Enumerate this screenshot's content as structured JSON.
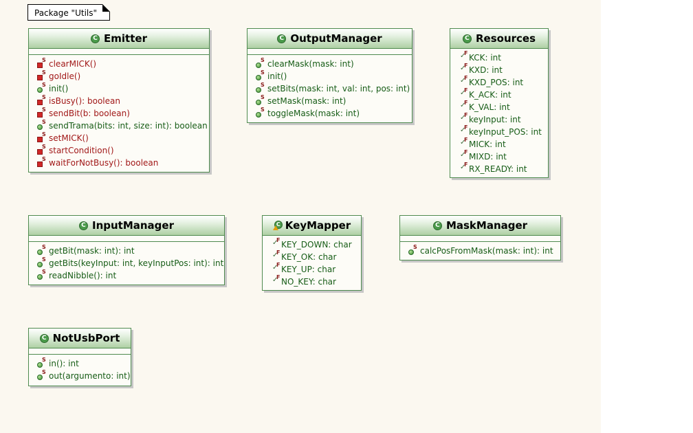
{
  "package": {
    "label": "Package \"Utils\""
  },
  "classes": {
    "emitter": {
      "name": "Emitter",
      "methods": [
        {
          "text": "clearMICK()",
          "visibility": "private"
        },
        {
          "text": "goIdle()",
          "visibility": "private"
        },
        {
          "text": "init()",
          "visibility": "public"
        },
        {
          "text": "isBusy(): boolean",
          "visibility": "private"
        },
        {
          "text": "sendBit(b: boolean)",
          "visibility": "private"
        },
        {
          "text": "sendTrama(bits: int, size: int): boolean",
          "visibility": "public"
        },
        {
          "text": "setMICK()",
          "visibility": "private"
        },
        {
          "text": "startCondition()",
          "visibility": "private"
        },
        {
          "text": "waitForNotBusy(): boolean",
          "visibility": "private"
        }
      ]
    },
    "output_manager": {
      "name": "OutputManager",
      "methods": [
        {
          "text": "clearMask(mask: int)",
          "visibility": "public"
        },
        {
          "text": "init()",
          "visibility": "public"
        },
        {
          "text": "setBits(mask: int, val: int, pos: int)",
          "visibility": "public"
        },
        {
          "text": "setMask(mask: int)",
          "visibility": "public"
        },
        {
          "text": "toggleMask(mask: int)",
          "visibility": "public"
        }
      ]
    },
    "resources": {
      "name": "Resources",
      "fields": [
        "KCK: int",
        "KXD: int",
        "KXD_POS: int",
        "K_ACK: int",
        "K_VAL: int",
        "keyInput: int",
        "keyInput_POS: int",
        "MICK: int",
        "MIXD: int",
        "RX_READY: int"
      ]
    },
    "input_manager": {
      "name": "InputManager",
      "methods": [
        {
          "text": "getBit(mask: int): int",
          "visibility": "public"
        },
        {
          "text": "getBits(keyInput: int, keyInputPos: int): int",
          "visibility": "public"
        },
        {
          "text": "readNibble(): int",
          "visibility": "public"
        }
      ]
    },
    "key_mapper": {
      "name": "KeyMapper",
      "fields": [
        "KEY_DOWN: char",
        "KEY_OK: char",
        "KEY_UP: char",
        "NO_KEY: char"
      ]
    },
    "mask_manager": {
      "name": "MaskManager",
      "methods": [
        {
          "text": "calcPosFromMask(mask: int): int",
          "visibility": "public"
        }
      ]
    },
    "not_usb_port": {
      "name": "NotUsbPort",
      "methods": [
        {
          "text": "in(): int",
          "visibility": "public"
        },
        {
          "text": "out(argumento: int)",
          "visibility": "public"
        }
      ]
    }
  },
  "icons": {
    "class": "class-icon",
    "public_static_method": "public-static-method-icon",
    "private_static_method": "private-static-method-icon",
    "static_final_field": "static-final-field-icon"
  },
  "colors": {
    "private_text": "#a11818",
    "public_text": "#165c16",
    "border": "#4e8a4e",
    "background": "#fbf8f0"
  }
}
